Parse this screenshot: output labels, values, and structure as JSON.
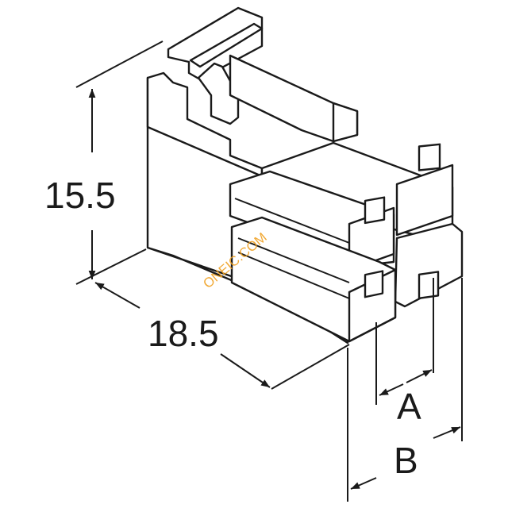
{
  "dimensions": {
    "height_label": "15.5",
    "depth_label": "18.5",
    "pitch_label": "A",
    "width_label": "B"
  },
  "watermark": "ONEIC.COM",
  "colors": {
    "line": "#1a1a1a",
    "background": "#ffffff",
    "watermark": "#f0a020"
  }
}
